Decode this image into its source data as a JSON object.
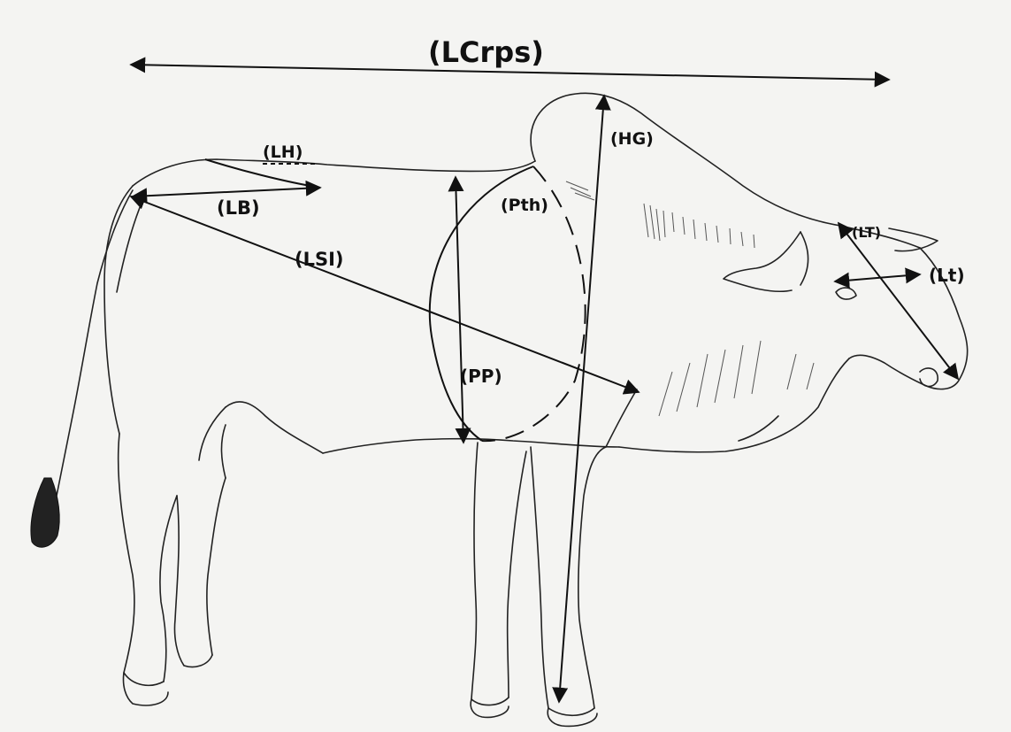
{
  "diagram": {
    "labels": {
      "lcrps": "(LCrps)",
      "lh": "(LH)",
      "lb": "(LB)",
      "lsi": "(LSI)",
      "pth": "(Pth)",
      "hg": "(HG)",
      "pp": "(PP)",
      "lt_upper": "(LT)",
      "lt_lower": "(Lt)"
    },
    "colors": {
      "paper": "#f4f4f2",
      "ink": "#111111",
      "shading": "#555555",
      "tail_tuft": "#222222"
    }
  }
}
